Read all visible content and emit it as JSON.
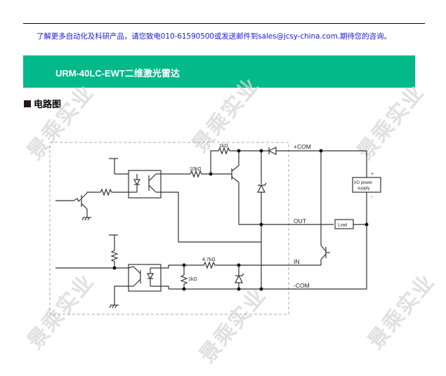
{
  "header": {
    "contact_text": "了解更多自动化及科研产品，请您致电010-61590500或发送邮件到sales@jcsy-china.com.期待您的咨询。"
  },
  "banner": {
    "title": "URM-40LC-EWT二维激光雷达",
    "color": "#02b98a"
  },
  "section": {
    "marker": "■",
    "title": "电路图"
  },
  "watermark": {
    "text": "景乘实业"
  },
  "circuit": {
    "labels": {
      "r1": "1kΩ",
      "r2": "10kΩ",
      "r3": "4.7kΩ",
      "r4": "1kΩ",
      "plus_com": "+COM",
      "out": "OUT",
      "in": "IN",
      "minus_com": "-COM",
      "load": "Load",
      "psu_line1": "I/O power",
      "psu_line2": "supply",
      "plus": "+",
      "minus": "-"
    }
  }
}
